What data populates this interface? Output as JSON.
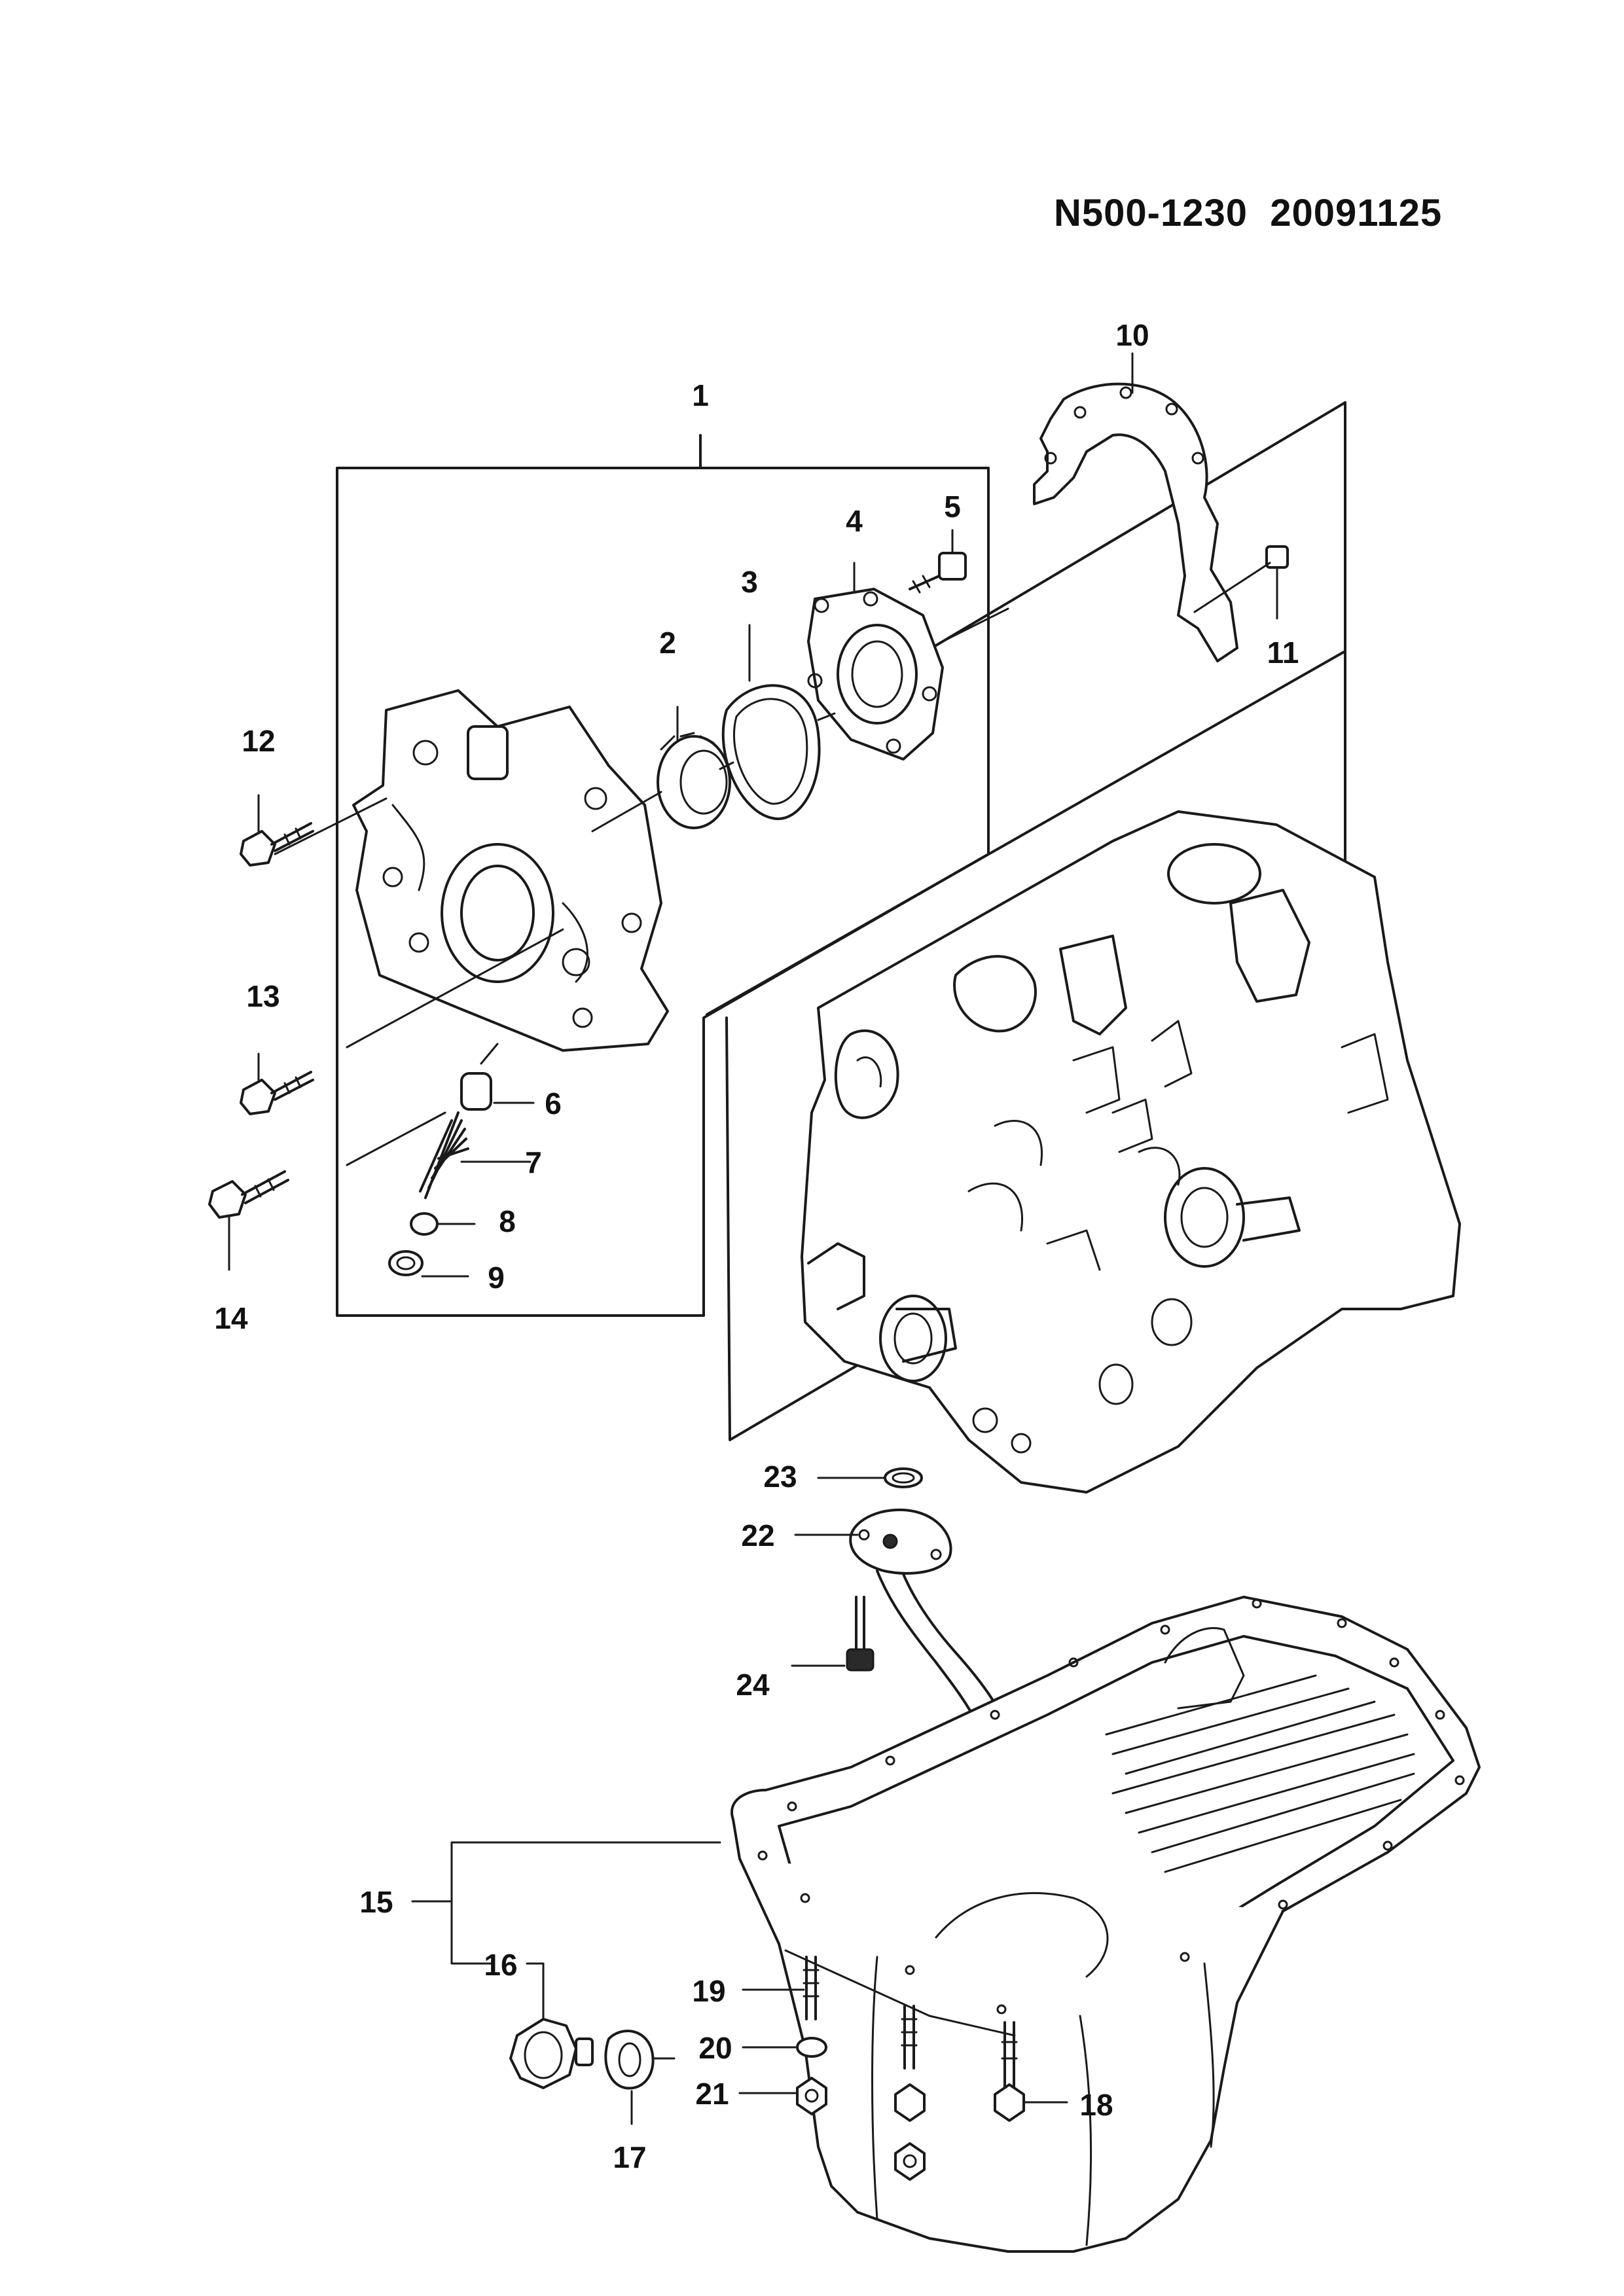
{
  "header": {
    "part_number": "N500-1230",
    "date_code": "20091125"
  },
  "callouts": [
    "1",
    "2",
    "3",
    "4",
    "5",
    "6",
    "7",
    "8",
    "9",
    "10",
    "11",
    "12",
    "13",
    "14",
    "15",
    "16",
    "17",
    "18",
    "19",
    "20",
    "21",
    "22",
    "23",
    "24"
  ]
}
